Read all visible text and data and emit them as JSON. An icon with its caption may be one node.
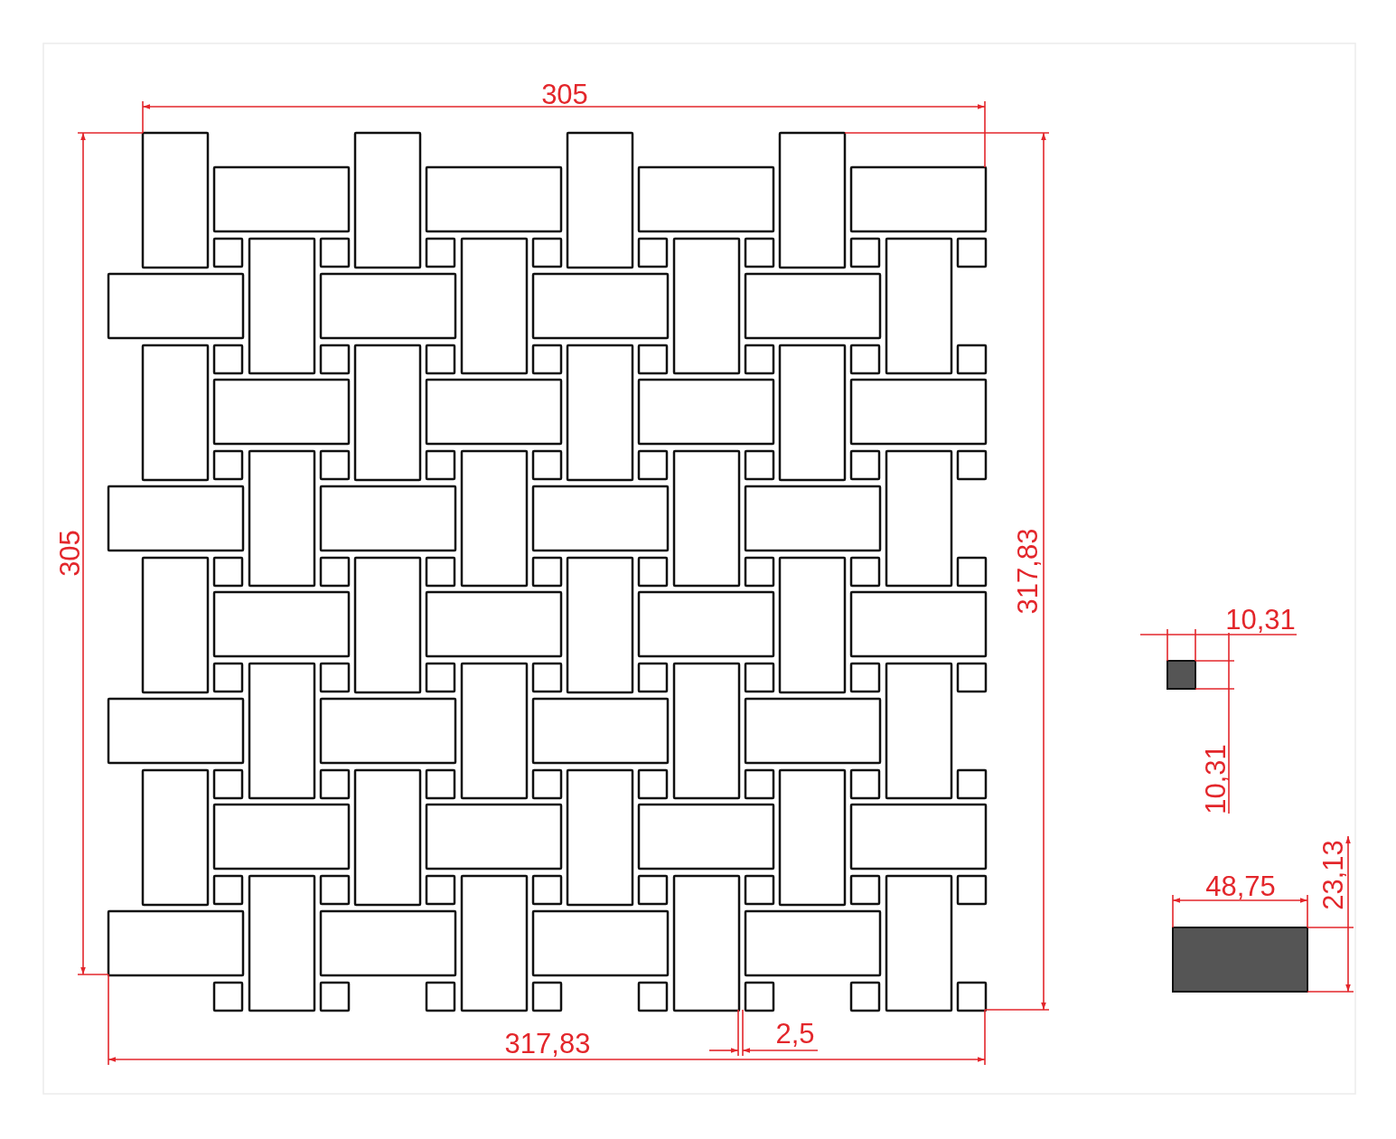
{
  "diagram": {
    "labels": [
      "305",
      "305",
      "317,83",
      "10,31",
      "10,31",
      "23,13",
      "48,75",
      "2,5",
      "317,83"
    ]
  }
}
